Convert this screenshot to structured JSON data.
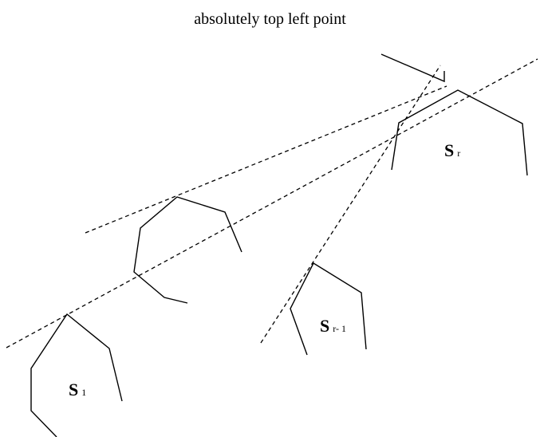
{
  "title": "absolutely top left point",
  "labels": {
    "s_r": {
      "main": "S",
      "sub": "r"
    },
    "s_r_minus_1": {
      "main": "S",
      "sub": "r- 1"
    },
    "s_1": {
      "main": "S",
      "sub": "1"
    }
  }
}
